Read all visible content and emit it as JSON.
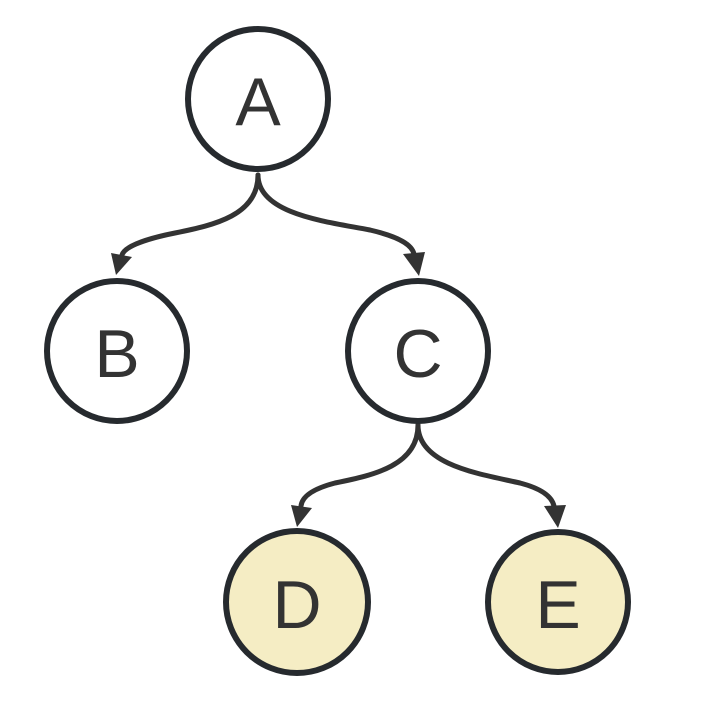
{
  "colors": {
    "background": "#ffffff",
    "node_fill": "#ffffff",
    "leaf_fill": "#f5edc4",
    "stroke": "#262a2e",
    "text": "#333333"
  },
  "nodes": [
    {
      "id": "a",
      "label": "A",
      "fill": "#ffffff"
    },
    {
      "id": "b",
      "label": "B",
      "fill": "#ffffff"
    },
    {
      "id": "c",
      "label": "C",
      "fill": "#ffffff"
    },
    {
      "id": "d",
      "label": "D",
      "fill": "#f5edc4"
    },
    {
      "id": "e",
      "label": "E",
      "fill": "#f5edc4"
    }
  ],
  "edges": [
    {
      "from": "A",
      "to": "B"
    },
    {
      "from": "A",
      "to": "C"
    },
    {
      "from": "C",
      "to": "D"
    },
    {
      "from": "C",
      "to": "E"
    }
  ]
}
